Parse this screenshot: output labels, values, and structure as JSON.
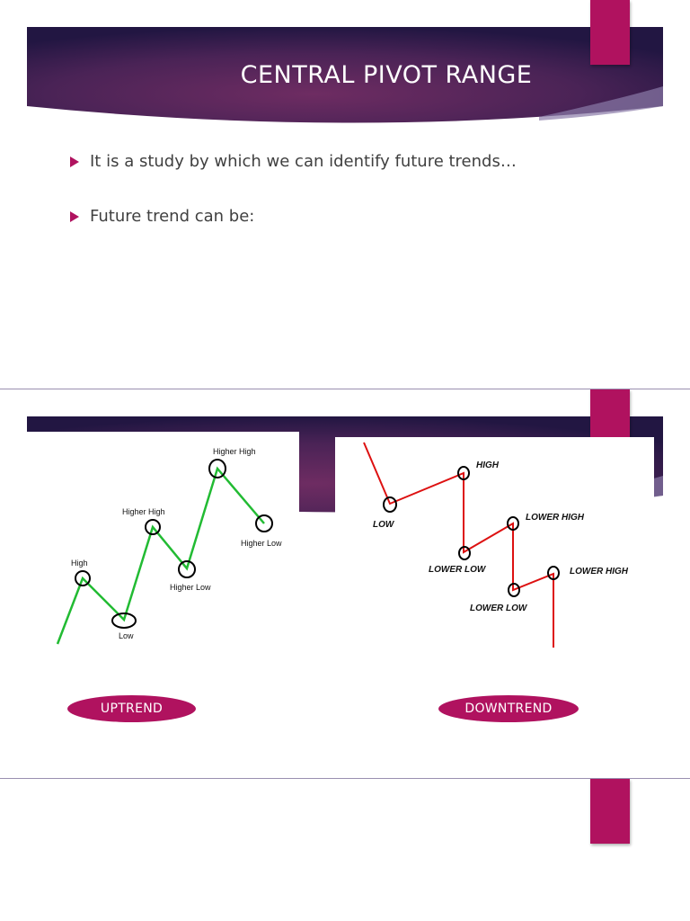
{
  "slide1": {
    "title": "CENTRAL PIVOT RANGE",
    "bullets": [
      "It is a study by which we can identify future trends…",
      "Future trend can be:"
    ]
  },
  "slide2": {
    "uptrend_chart": {
      "labels": [
        "High",
        "Low",
        "Higher High",
        "Higher Low",
        "Higher High",
        "Higher Low"
      ],
      "line_color": "#22bb33"
    },
    "downtrend_chart": {
      "labels": [
        "LOW",
        "HIGH",
        "LOWER LOW",
        "LOWER HIGH",
        "LOWER LOW",
        "LOWER HIGH"
      ],
      "line_color": "#dd1111"
    },
    "buttons": {
      "uptrend": "UPTREND",
      "downtrend": "DOWNTREND"
    }
  },
  "colors": {
    "banner_dark": "#2a1a4a",
    "banner_mid": "#6a2a60",
    "accent": "#b0125f"
  }
}
